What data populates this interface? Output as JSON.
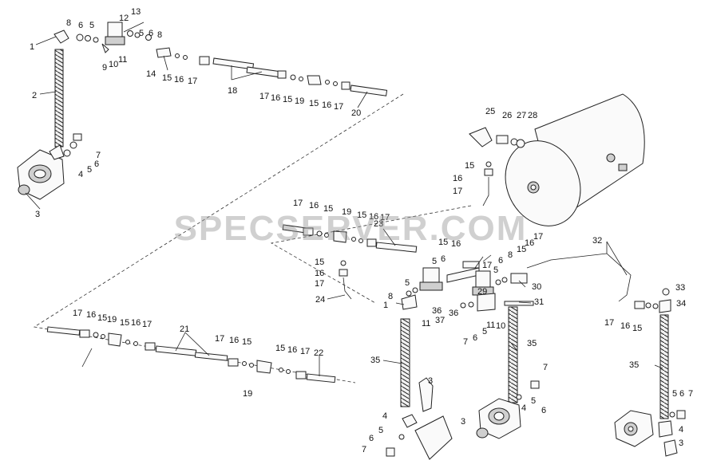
{
  "watermark": "SPECSERVER.COM",
  "labels": [
    {
      "id": "l1",
      "text": "1"
    },
    {
      "id": "l2",
      "text": "8"
    },
    {
      "id": "l3",
      "text": "6"
    },
    {
      "id": "l4",
      "text": "5"
    },
    {
      "id": "l5",
      "text": "12"
    },
    {
      "id": "l6",
      "text": "13"
    },
    {
      "id": "l7",
      "text": "5"
    },
    {
      "id": "l8",
      "text": "6"
    },
    {
      "id": "l9",
      "text": "8"
    },
    {
      "id": "l10",
      "text": "9"
    },
    {
      "id": "l11",
      "text": "10"
    },
    {
      "id": "l12",
      "text": "11"
    },
    {
      "id": "l13",
      "text": "2"
    },
    {
      "id": "l14",
      "text": "14"
    },
    {
      "id": "l15",
      "text": "15"
    },
    {
      "id": "l16",
      "text": "16"
    },
    {
      "id": "l17",
      "text": "17"
    },
    {
      "id": "l18",
      "text": "18"
    },
    {
      "id": "l19",
      "text": "17"
    },
    {
      "id": "l20",
      "text": "16"
    },
    {
      "id": "l21",
      "text": "15"
    },
    {
      "id": "l22",
      "text": "19"
    },
    {
      "id": "l23",
      "text": "15"
    },
    {
      "id": "l24",
      "text": "16"
    },
    {
      "id": "l25",
      "text": "17"
    },
    {
      "id": "l26",
      "text": "20"
    },
    {
      "id": "l27",
      "text": "7"
    },
    {
      "id": "l28",
      "text": "6"
    },
    {
      "id": "l29",
      "text": "5"
    },
    {
      "id": "l30",
      "text": "4"
    },
    {
      "id": "l31",
      "text": "3"
    },
    {
      "id": "l32",
      "text": "25"
    },
    {
      "id": "l33",
      "text": "26"
    },
    {
      "id": "l34",
      "text": "27"
    },
    {
      "id": "l35",
      "text": "28"
    },
    {
      "id": "l36",
      "text": "15"
    },
    {
      "id": "l37",
      "text": "16"
    },
    {
      "id": "l38",
      "text": "17"
    },
    {
      "id": "l39",
      "text": "17"
    },
    {
      "id": "l40",
      "text": "16"
    },
    {
      "id": "l41",
      "text": "15"
    },
    {
      "id": "l42",
      "text": "19"
    },
    {
      "id": "l43",
      "text": "15"
    },
    {
      "id": "l44",
      "text": "16"
    },
    {
      "id": "l45",
      "text": "17"
    },
    {
      "id": "l46",
      "text": "23"
    },
    {
      "id": "l47",
      "text": "15"
    },
    {
      "id": "l48",
      "text": "16"
    },
    {
      "id": "l49",
      "text": "17"
    },
    {
      "id": "l50",
      "text": "24"
    },
    {
      "id": "l51",
      "text": "32"
    },
    {
      "id": "l52",
      "text": "15"
    },
    {
      "id": "l53",
      "text": "16"
    },
    {
      "id": "l54",
      "text": "5"
    },
    {
      "id": "l55",
      "text": "6"
    },
    {
      "id": "l56",
      "text": "17"
    },
    {
      "id": "l57",
      "text": "8"
    },
    {
      "id": "l58",
      "text": "15"
    },
    {
      "id": "l59",
      "text": "16"
    },
    {
      "id": "l60",
      "text": "17"
    },
    {
      "id": "l61",
      "text": "6"
    },
    {
      "id": "l62",
      "text": "5"
    },
    {
      "id": "l63",
      "text": "29"
    },
    {
      "id": "l64",
      "text": "30"
    },
    {
      "id": "l65",
      "text": "8"
    },
    {
      "id": "l66",
      "text": "5"
    },
    {
      "id": "l67",
      "text": "1"
    },
    {
      "id": "l68",
      "text": "36"
    },
    {
      "id": "l69",
      "text": "37"
    },
    {
      "id": "l70",
      "text": "11"
    },
    {
      "id": "l71",
      "text": "36"
    },
    {
      "id": "l72",
      "text": "7"
    },
    {
      "id": "l73",
      "text": "6"
    },
    {
      "id": "l74",
      "text": "5"
    },
    {
      "id": "l75",
      "text": "11"
    },
    {
      "id": "l76",
      "text": "10"
    },
    {
      "id": "l77",
      "text": "31"
    },
    {
      "id": "l78",
      "text": "33"
    },
    {
      "id": "l79",
      "text": "34"
    },
    {
      "id": "l80",
      "text": "17"
    },
    {
      "id": "l81",
      "text": "16"
    },
    {
      "id": "l82",
      "text": "15"
    },
    {
      "id": "l83",
      "text": "17"
    },
    {
      "id": "l84",
      "text": "16"
    },
    {
      "id": "l85",
      "text": "15"
    },
    {
      "id": "l86",
      "text": "19"
    },
    {
      "id": "l87",
      "text": "15"
    },
    {
      "id": "l88",
      "text": "16"
    },
    {
      "id": "l89",
      "text": "17"
    },
    {
      "id": "l90",
      "text": "21"
    },
    {
      "id": "l91",
      "text": "17"
    },
    {
      "id": "l92",
      "text": "16"
    },
    {
      "id": "l93",
      "text": "15"
    },
    {
      "id": "l94",
      "text": "15"
    },
    {
      "id": "l95",
      "text": "16"
    },
    {
      "id": "l96",
      "text": "17"
    },
    {
      "id": "l97",
      "text": "22"
    },
    {
      "id": "l98",
      "text": "19"
    },
    {
      "id": "l99",
      "text": "35"
    },
    {
      "id": "l100",
      "text": "35"
    },
    {
      "id": "l101",
      "text": "35"
    },
    {
      "id": "l102",
      "text": "3"
    },
    {
      "id": "l103",
      "text": "7"
    },
    {
      "id": "l104",
      "text": "4"
    },
    {
      "id": "l105",
      "text": "5"
    },
    {
      "id": "l106",
      "text": "6"
    },
    {
      "id": "l107",
      "text": "3"
    },
    {
      "id": "l108",
      "text": "4"
    },
    {
      "id": "l109",
      "text": "5"
    },
    {
      "id": "l110",
      "text": "6"
    },
    {
      "id": "l111",
      "text": "7"
    },
    {
      "id": "l112",
      "text": "5"
    },
    {
      "id": "l113",
      "text": "6"
    },
    {
      "id": "l114",
      "text": "7"
    },
    {
      "id": "l115",
      "text": "4"
    },
    {
      "id": "l116",
      "text": "3"
    }
  ]
}
